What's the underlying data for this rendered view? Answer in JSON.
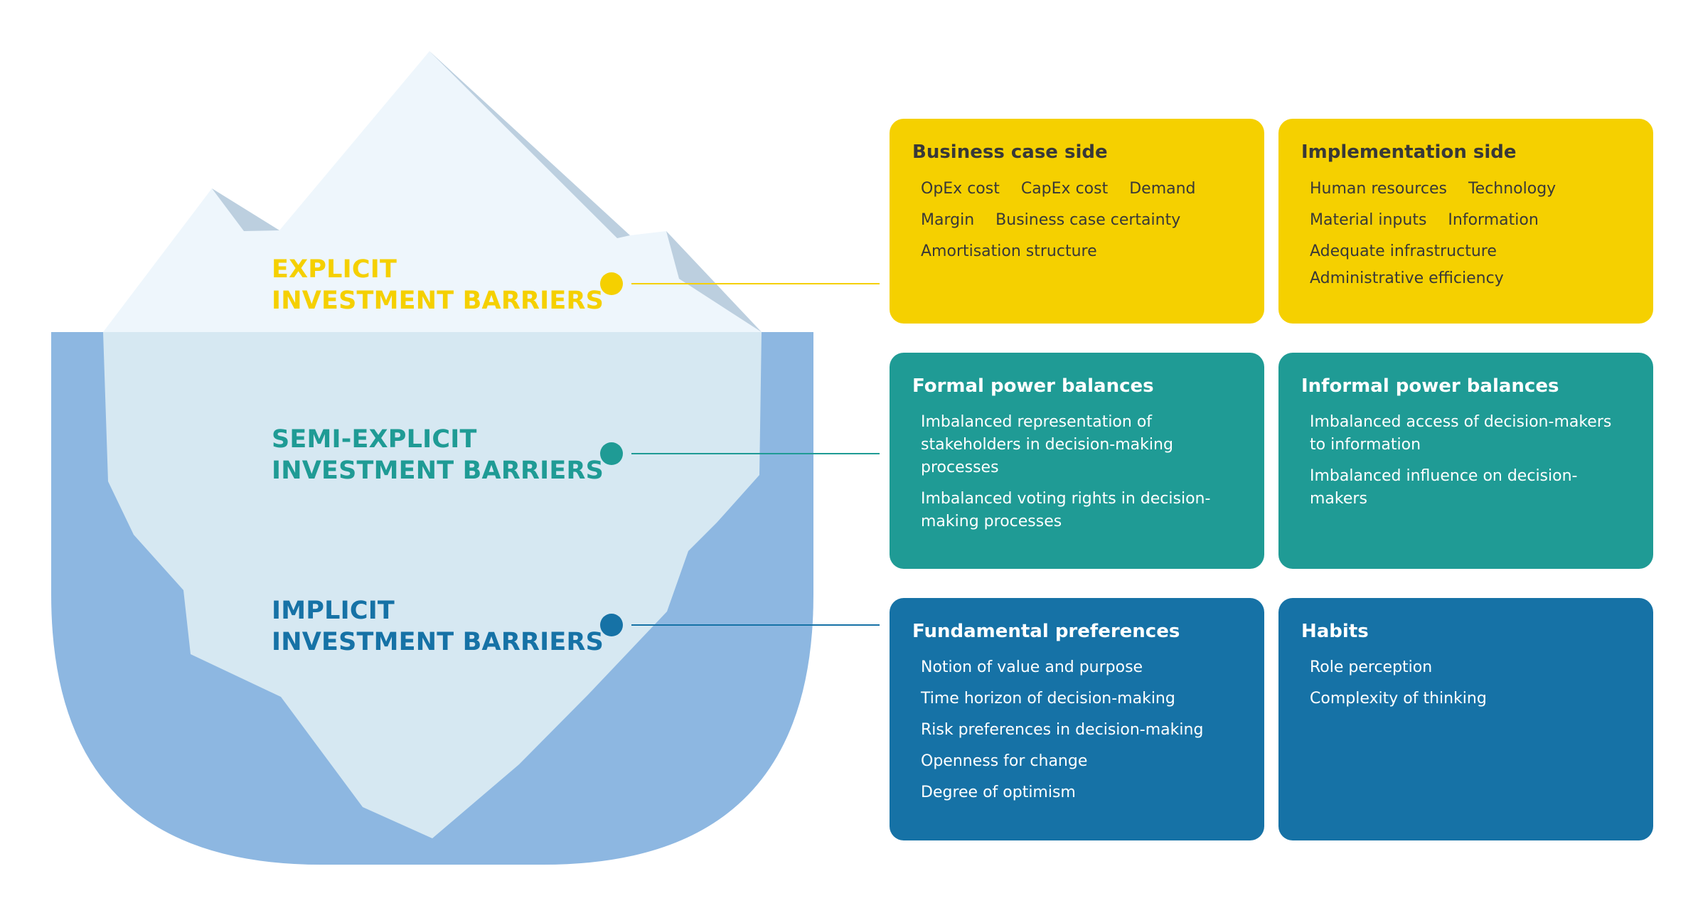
{
  "colors": {
    "explicit": "#f5d000",
    "semi_explicit": "#1f9b95",
    "implicit": "#1672a6",
    "water": "#8db7e1",
    "ice_top": "#eef6fc",
    "ice_shadow": "#bccfdf",
    "ice_underwater": "#d6e8f2"
  },
  "levels": [
    {
      "line1": "EXPLICIT",
      "line2": "INVESTMENT BARRIERS",
      "color": "#f5d000"
    },
    {
      "line1": "SEMI-EXPLICIT",
      "line2": "INVESTMENT BARRIERS",
      "color": "#1f9b95"
    },
    {
      "line1": "IMPLICIT",
      "line2": "INVESTMENT BARRIERS",
      "color": "#1672a6"
    }
  ],
  "boxes": {
    "business_case": {
      "title": "Business case side",
      "tags": [
        "OpEx cost",
        "CapEx cost",
        "Demand",
        "Margin",
        "Business case certainty",
        "Amortisation structure"
      ]
    },
    "implementation": {
      "title": "Implementation side",
      "tags": [
        "Human resources",
        "Technology",
        "Material inputs",
        "Information",
        "Adequate infrastructure",
        "Administrative efficiency"
      ]
    },
    "formal_power": {
      "title": "Formal power balances",
      "items": [
        "Imbalanced representation of stakeholders in decision-making processes",
        "Imbalanced voting rights in decision-making processes"
      ]
    },
    "informal_power": {
      "title": "Informal power balances",
      "items": [
        "Imbalanced access of decision-makers to information",
        "Imbalanced influence on decision-makers"
      ]
    },
    "fundamental_preferences": {
      "title": "Fundamental preferences",
      "items": [
        "Notion of value and purpose",
        "Time horizon of decision-making",
        "Risk preferences in decision-making",
        "Openness for change",
        "Degree of optimism"
      ]
    },
    "habits": {
      "title": "Habits",
      "items": [
        "Role perception",
        "Complexity of thinking"
      ]
    }
  }
}
